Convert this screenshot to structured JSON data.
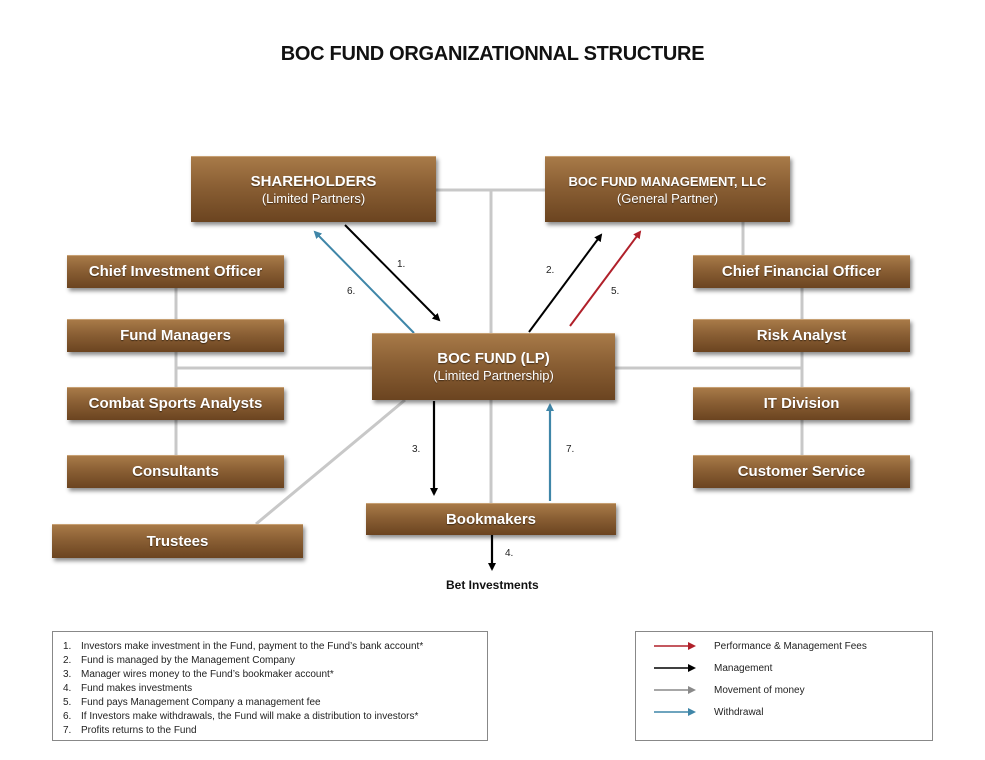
{
  "title": "BOC FUND ORGANIZATIONNAL STRUCTURE",
  "boxes": {
    "shareholders": {
      "main": "SHAREHOLDERS",
      "sub": "(Limited Partners)"
    },
    "management": {
      "main": "BOC FUND MANAGEMENT, LLC",
      "sub": "(General Partner)"
    },
    "fund": {
      "main": "BOC FUND (LP)",
      "sub": "(Limited Partnership)"
    },
    "bookmakers": {
      "main": "Bookmakers"
    },
    "cio": {
      "main": "Chief Investment Officer"
    },
    "fund_managers": {
      "main": "Fund Managers"
    },
    "combat": {
      "main": "Combat Sports Analysts"
    },
    "consultants": {
      "main": "Consultants"
    },
    "trustees": {
      "main": "Trustees"
    },
    "cfo": {
      "main": "Chief Financial Officer"
    },
    "risk": {
      "main": "Risk Analyst"
    },
    "it": {
      "main": "IT Division"
    },
    "customer": {
      "main": "Customer Service"
    }
  },
  "bet_investments": "Bet Investments",
  "step_labels": [
    "1.",
    "2.",
    "3.",
    "4.",
    "5.",
    "6.",
    "7."
  ],
  "notes": [
    {
      "num": "1.",
      "text": "Investors make investment in the Fund, payment to the Fund’s bank account*"
    },
    {
      "num": "2.",
      "text": "Fund is managed by the Management Company"
    },
    {
      "num": "3.",
      "text": "Manager wires money to the Fund’s bookmaker account*"
    },
    {
      "num": "4.",
      "text": "Fund makes investments"
    },
    {
      "num": "5.",
      "text": "Fund pays Management Company a management fee"
    },
    {
      "num": "6.",
      "text": "If Investors make withdrawals, the Fund will make a distribution to investors*"
    },
    {
      "num": "7.",
      "text": "Profits returns to the Fund"
    }
  ],
  "legend": [
    {
      "label": "Performance & Management Fees",
      "color": "#b0202a"
    },
    {
      "label": "Management",
      "color": "#000000"
    },
    {
      "label": "Movement of money",
      "color": "#8a8a8a"
    },
    {
      "label": "Withdrawal",
      "color": "#3f86a8"
    }
  ],
  "colors": {
    "box_brown": "#8a5f34",
    "connector_gray": "#c8c8c8",
    "arrow_red": "#b0202a",
    "arrow_black": "#000000",
    "arrow_blue": "#3f86a8"
  }
}
